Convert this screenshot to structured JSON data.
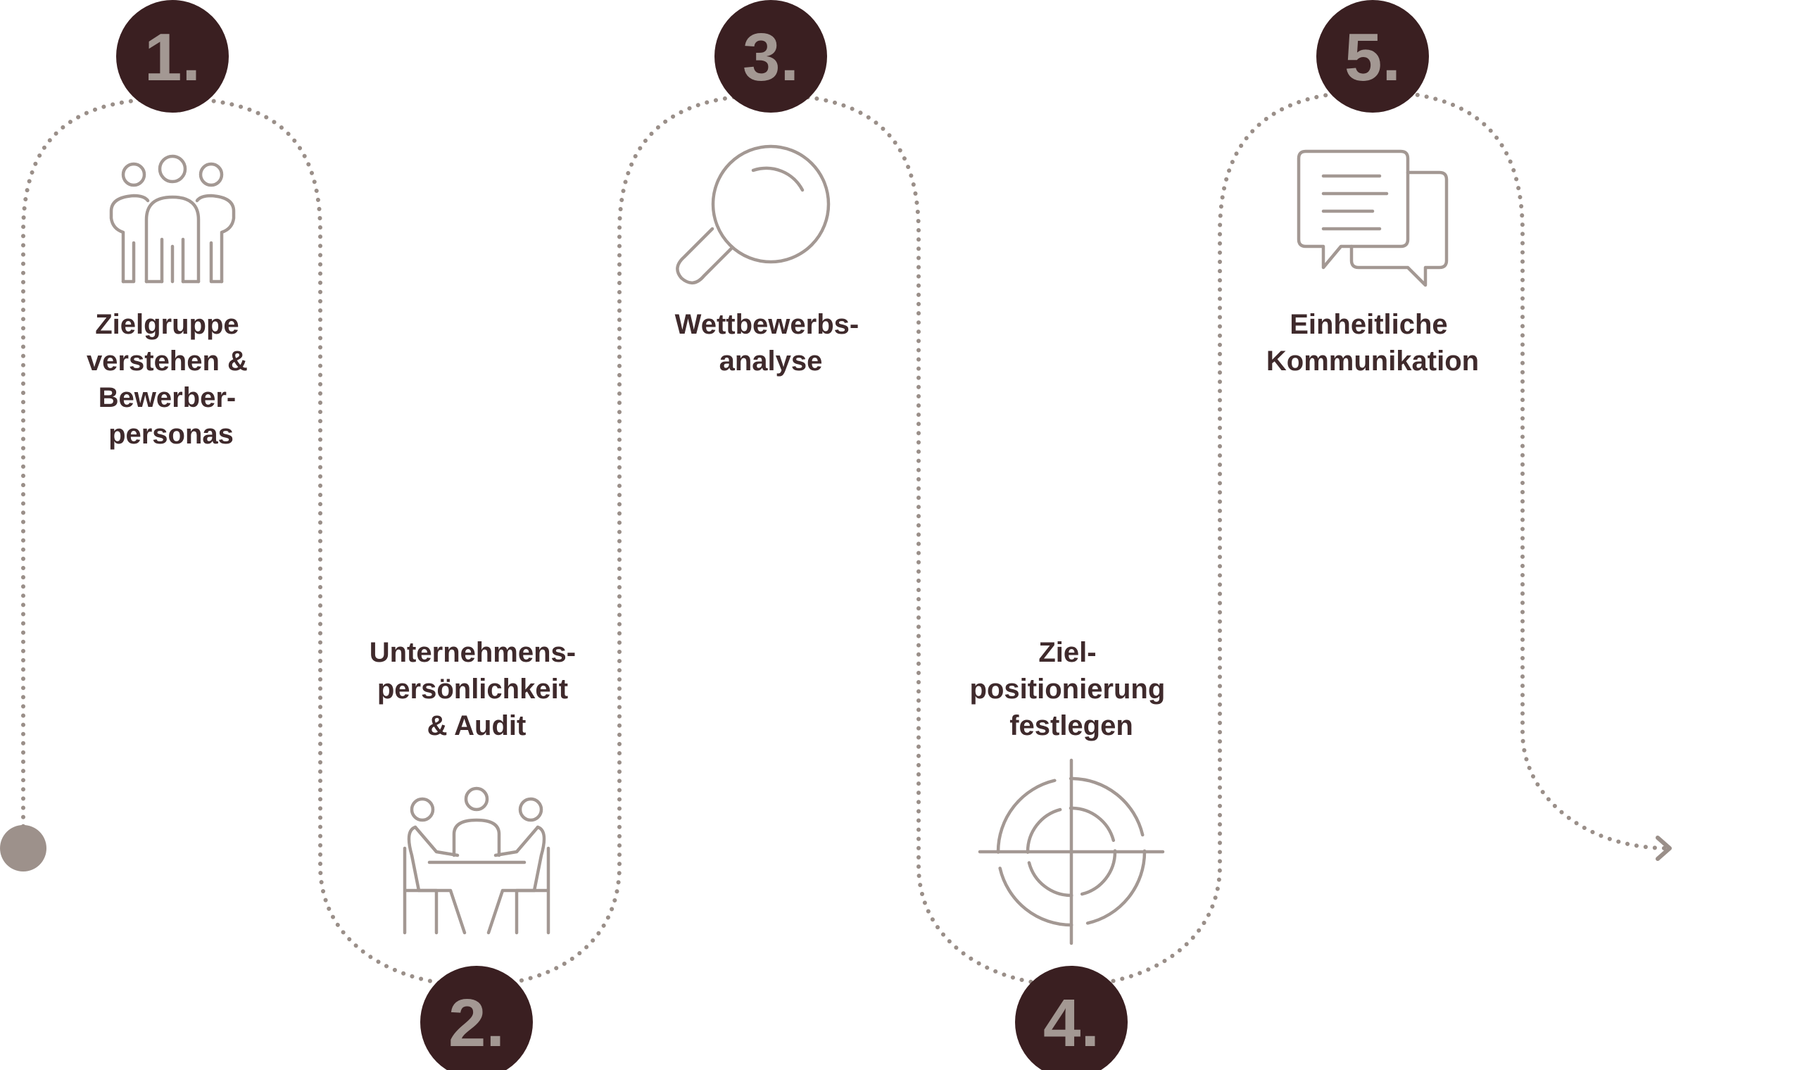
{
  "steps": [
    {
      "number": "1.",
      "lines": [
        "Zielgruppe",
        "verstehen &",
        "Bewerber-",
        "personas"
      ],
      "icon": "group-icon"
    },
    {
      "number": "2.",
      "lines": [
        "Unternehmens-",
        "persönlichkeit",
        "& Audit"
      ],
      "icon": "meeting-icon"
    },
    {
      "number": "3.",
      "lines": [
        "Wettbewerbs-",
        "analyse"
      ],
      "icon": "magnifier-icon"
    },
    {
      "number": "4.",
      "lines": [
        "Ziel-",
        "positionierung",
        "festlegen"
      ],
      "icon": "target-icon"
    },
    {
      "number": "5.",
      "lines": [
        "Einheitliche",
        "Kommunikation"
      ],
      "icon": "chat-icon"
    }
  ],
  "colors": {
    "badge": "#3a1f21",
    "number": "#a39893",
    "text": "#3f2a2c",
    "path": "#9a8f89",
    "icon": "#a39893"
  }
}
